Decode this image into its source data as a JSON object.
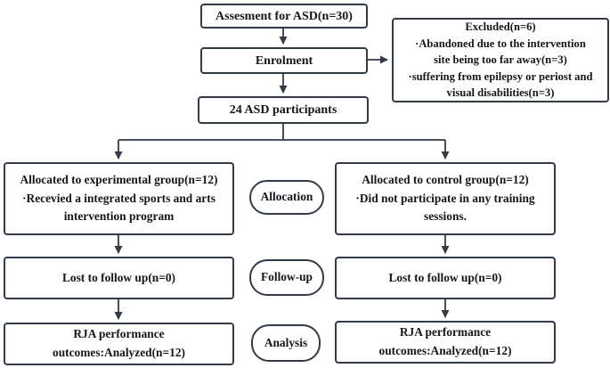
{
  "colors": {
    "border": "#333a48",
    "text": "#15161a",
    "background": "#ffffff"
  },
  "flowchart": {
    "assessment_label": "Assesment for ASD(n=30)",
    "enrolment_label": "Enrolment",
    "excluded_lines": [
      "Excluded(n=6)",
      "·Abandoned due to the intervention",
      "site being too far away(n=3)",
      "·suffering from epilepsy or periost and",
      "visual disabilities(n=3)"
    ],
    "participants_label": "24 ASD participants",
    "experimental_group_lines": [
      "Allocated to experimental group(n=12)",
      "·Recevied a integrated sports and arts",
      "intervention program"
    ],
    "control_group_lines": [
      "Allocated to control group(n=12)",
      "·Did not participate in any training",
      "sessions."
    ],
    "stages": {
      "allocation": "Allocation",
      "followup": "Follow-up",
      "analysis": "Analysis"
    },
    "lost_followup_left": "Lost to follow up(n=0)",
    "lost_followup_right": "Lost to follow up(n=0)",
    "rja_left_lines": [
      "RJA performance",
      "outcomes:Analyzed(n=12)"
    ],
    "rja_right_lines": [
      "RJA performance",
      "outcomes:Analyzed(n=12)"
    ]
  }
}
